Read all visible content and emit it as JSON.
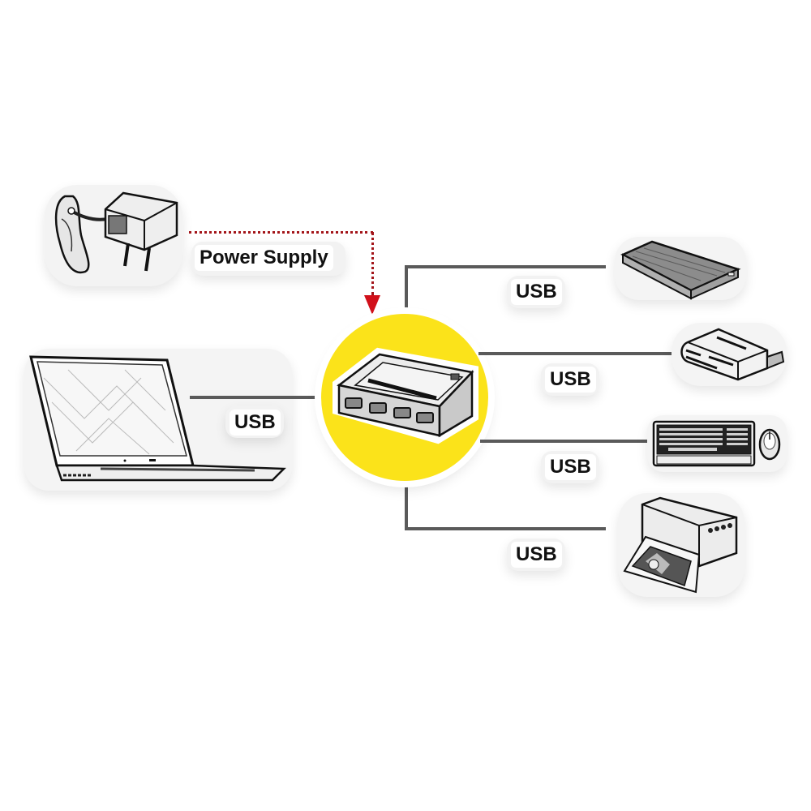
{
  "diagram": {
    "title": "USB Hub connection diagram",
    "colors": {
      "background": "#ffffff",
      "hub_circle": "#fbe31a",
      "connector_line": "#5a5a5a",
      "power_dotted_line": "#a3151a",
      "power_arrow": "#d1101a",
      "label_text": "#111111"
    },
    "power": {
      "device": "power-adapter",
      "label": "Power Supply"
    },
    "host": {
      "device": "laptop",
      "connection_label": "USB"
    },
    "hub": {
      "device": "usb-hub",
      "ports": 4
    },
    "peripherals": [
      {
        "device": "external-hard-drive",
        "connection_label": "USB"
      },
      {
        "device": "usb-card-reader",
        "connection_label": "USB"
      },
      {
        "device": "keyboard-and-mouse",
        "connection_label": "USB"
      },
      {
        "device": "inkjet-printer",
        "connection_label": "USB"
      }
    ]
  }
}
